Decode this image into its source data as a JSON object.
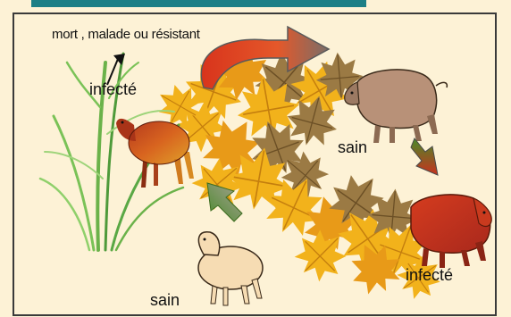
{
  "labels": {
    "top": "mort , malade ou résistant",
    "infected_plant": "infecté",
    "healthy_boar": "sain",
    "infected_boar": "infecté",
    "healthy_sheep": "sain"
  },
  "colors": {
    "frame_bg": "#fdf2d6",
    "header_bar": "#1d7f86",
    "leaf_yellow": "#f2b21b",
    "leaf_brown": "#8a6a3a",
    "arrow_red": "#c8321e",
    "arrow_green": "#5a9a32"
  }
}
